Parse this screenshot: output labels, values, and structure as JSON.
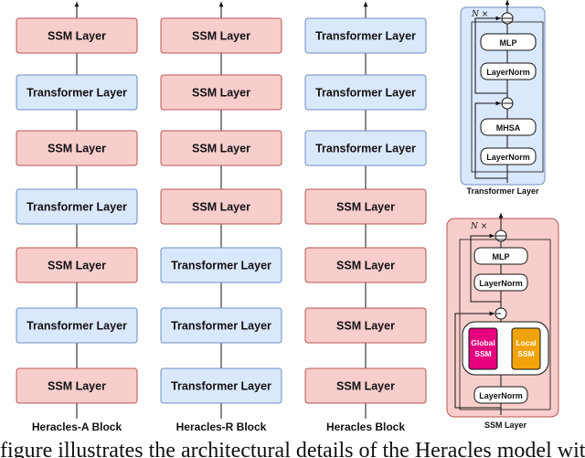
{
  "columns": [
    {
      "caption": "Heracles-A Block",
      "layers": [
        "SSM Layer",
        "Transformer Layer",
        "SSM Layer",
        "Transformer Layer",
        "SSM Layer",
        "Transformer Layer",
        "SSM Layer"
      ],
      "types": [
        "ssm",
        "tr",
        "ssm",
        "tr",
        "ssm",
        "tr",
        "ssm"
      ]
    },
    {
      "caption": "Heracles-R Block",
      "layers": [
        "SSM Layer",
        "SSM Layer",
        "SSM Layer",
        "SSM Layer",
        "Transformer Layer",
        "Transformer Layer",
        "Transformer Layer"
      ],
      "types": [
        "ssm",
        "ssm",
        "ssm",
        "ssm",
        "tr",
        "tr",
        "tr"
      ]
    },
    {
      "caption": "Heracles Block",
      "layers": [
        "Transformer Layer",
        "Transformer Layer",
        "Transformer Layer",
        "SSM Layer",
        "SSM Layer",
        "SSM Layer",
        "SSM Layer"
      ],
      "types": [
        "tr",
        "tr",
        "tr",
        "ssm",
        "ssm",
        "ssm",
        "ssm"
      ]
    }
  ],
  "transformer_detail": {
    "repeat": "N ×",
    "blocks": [
      "MLP",
      "LayerNorm",
      "MHSA",
      "LayerNorm"
    ],
    "caption": "Transformer Layer"
  },
  "ssm_detail": {
    "repeat": "N ×",
    "blocks": [
      "MLP",
      "LayerNorm",
      "LayerNorm"
    ],
    "global": [
      "Global",
      "SSM"
    ],
    "local": [
      "Local",
      "SSM"
    ],
    "caption": "SSM Layer"
  },
  "colors": {
    "ssm_fill": "#f8cecc",
    "ssm_stroke": "#b85450",
    "tr_fill": "#dae8fc",
    "tr_stroke": "#6c8ebf",
    "global_fill": "#e6007e",
    "local_fill": "#f0a30a"
  },
  "bottom_caption": "figure illustrates the architectural details of the Heracles model with"
}
